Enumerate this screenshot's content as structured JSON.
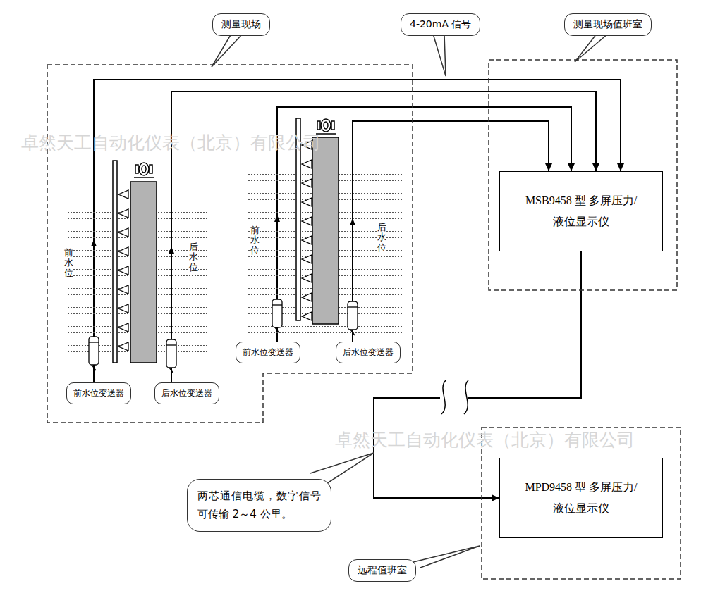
{
  "diagram": {
    "nodes": [
      {
        "text": [
          "测量现场"
        ]
      },
      {
        "text": [
          "4-20mA 信号"
        ]
      },
      {
        "text": [
          "测量现场值班室"
        ]
      },
      {
        "text": [
          "MSB9458 型 多屏压力/液位显示仪"
        ]
      },
      {
        "text": [
          "前水位变送器"
        ]
      },
      {
        "text": [
          "后水位变送器"
        ]
      },
      {
        "text": [
          "前水位变送器"
        ]
      },
      {
        "text": [
          "后水位变送器"
        ]
      },
      {
        "text": [
          "两芯通信电缆，数字信号可传输 2～4 公里。"
        ]
      },
      {
        "text": [
          "MPD9458 型 多屏压力/液位显示仪"
        ]
      },
      {
        "text": [
          "远程值班室"
        ]
      }
    ],
    "edges": [
      {
        "from": 4,
        "to": 3,
        "arrow": "to"
      },
      {
        "from": 5,
        "to": 3,
        "arrow": "to"
      },
      {
        "from": 6,
        "to": 3,
        "arrow": "to"
      },
      {
        "from": 7,
        "to": 3,
        "arrow": "to"
      },
      {
        "from": 3,
        "to": 9,
        "arrow": "to"
      }
    ],
    "labels": [
      "前水位",
      "后水位",
      "前水位",
      "后水位",
      "卓然天工自动化仪表（北京）有限公司",
      "卓然天工自动化仪表（北京）有限公司"
    ]
  }
}
